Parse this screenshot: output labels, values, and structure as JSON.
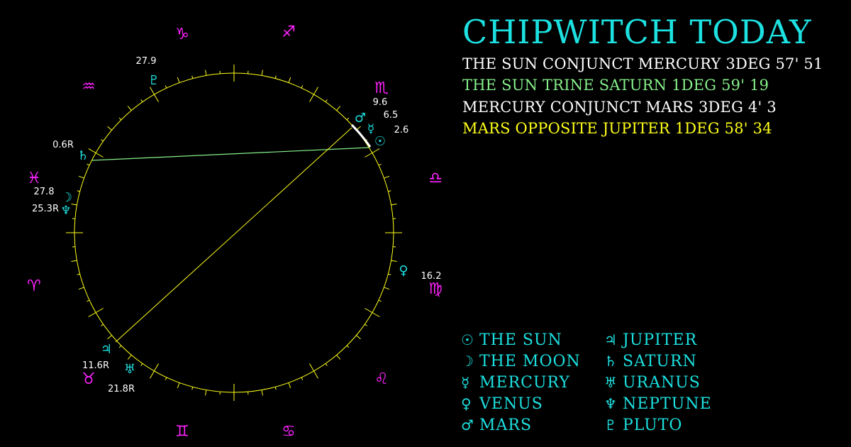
{
  "title": "CHIPWITCH TODAY",
  "aspects": [
    {
      "text": "THE SUN CONJUNCT MERCURY 3DEG 57' 51",
      "color": "#ffffff"
    },
    {
      "text": "THE SUN TRINE SATURN 1DEG 59' 19",
      "color": "#86f08a"
    },
    {
      "text": "MERCURY CONJUNCT MARS 3DEG 4' 3",
      "color": "#ffffff"
    },
    {
      "text": "MARS OPPOSITE JUPITER 1DEG 58' 34",
      "color": "#ffff1a"
    }
  ],
  "legend": [
    {
      "glyph": "☉",
      "label": "THE SUN"
    },
    {
      "glyph": "☽",
      "label": "THE MOON"
    },
    {
      "glyph": "☿",
      "label": "MERCURY"
    },
    {
      "glyph": "♀",
      "label": "VENUS"
    },
    {
      "glyph": "♂",
      "label": "MARS"
    },
    {
      "glyph": "♃",
      "label": "JUPITER"
    },
    {
      "glyph": "♄",
      "label": "SATURN"
    },
    {
      "glyph": "♅",
      "label": "URANUS"
    },
    {
      "glyph": "♆",
      "label": "NEPTUNE"
    },
    {
      "glyph": "♇",
      "label": "PLUTO"
    }
  ],
  "zodiac": [
    {
      "glyph": "♑",
      "name": "capricorn-icon"
    },
    {
      "glyph": "♐",
      "name": "sagittarius-icon"
    },
    {
      "glyph": "♏",
      "name": "scorpio-icon"
    },
    {
      "glyph": "♎",
      "name": "libra-icon"
    },
    {
      "glyph": "♍",
      "name": "virgo-icon"
    },
    {
      "glyph": "♌",
      "name": "leo-icon"
    },
    {
      "glyph": "♋",
      "name": "cancer-icon"
    },
    {
      "glyph": "♊",
      "name": "gemini-icon"
    },
    {
      "glyph": "♉",
      "name": "taurus-icon"
    },
    {
      "glyph": "♈",
      "name": "aries-icon"
    },
    {
      "glyph": "♓",
      "name": "pisces-icon"
    },
    {
      "glyph": "♒",
      "name": "aquarius-icon"
    }
  ],
  "planets": [
    {
      "glyph": "♇",
      "name": "pluto",
      "degree": "27.9"
    },
    {
      "glyph": "♂",
      "name": "mars",
      "degree": "9.6"
    },
    {
      "glyph": "☿",
      "name": "mercury",
      "degree": "6.5"
    },
    {
      "glyph": "☉",
      "name": "sun",
      "degree": "2.6"
    },
    {
      "glyph": "♄",
      "name": "saturn",
      "degree": "0.6R"
    },
    {
      "glyph": "☽",
      "name": "moon",
      "degree": "27.8"
    },
    {
      "glyph": "♆",
      "name": "neptune",
      "degree": "25.3R"
    },
    {
      "glyph": "♀",
      "name": "venus",
      "degree": "16.2"
    },
    {
      "glyph": "♃",
      "name": "jupiter",
      "degree": "11.6R"
    },
    {
      "glyph": "♅",
      "name": "uranus",
      "degree": "21.8R"
    }
  ],
  "colors": {
    "wheel": "#ffff1a",
    "zodiac": "#ff22ff",
    "planet": "#1de0e0",
    "label": "#ffffff",
    "trine_line": "#86f08a",
    "opposition_line": "#ffff1a",
    "background": "#000000"
  }
}
